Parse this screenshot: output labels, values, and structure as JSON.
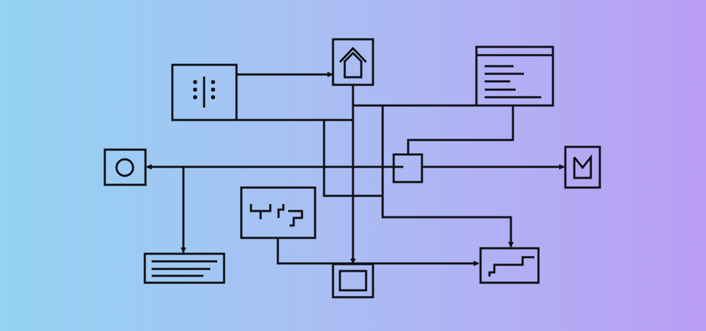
{
  "diagram": {
    "type": "flow-diagram",
    "colors": {
      "stroke": "#0d0d12",
      "gradient_start": "#93d3f3",
      "gradient_end": "#b99cf5"
    },
    "nodes": [
      {
        "id": "dots-panel",
        "icon": "dots-divider-icon"
      },
      {
        "id": "home",
        "icon": "home-icon"
      },
      {
        "id": "window",
        "icon": "text-window-icon"
      },
      {
        "id": "hub",
        "icon": "small-square-icon"
      },
      {
        "id": "circle",
        "icon": "circle-icon"
      },
      {
        "id": "mail",
        "icon": "m-icon"
      },
      {
        "id": "text-list",
        "icon": "text-lines-icon"
      },
      {
        "id": "maze",
        "icon": "maze-glyph-icon"
      },
      {
        "id": "monitor",
        "icon": "square-frame-icon"
      },
      {
        "id": "stairs",
        "icon": "stairs-icon"
      }
    ]
  }
}
